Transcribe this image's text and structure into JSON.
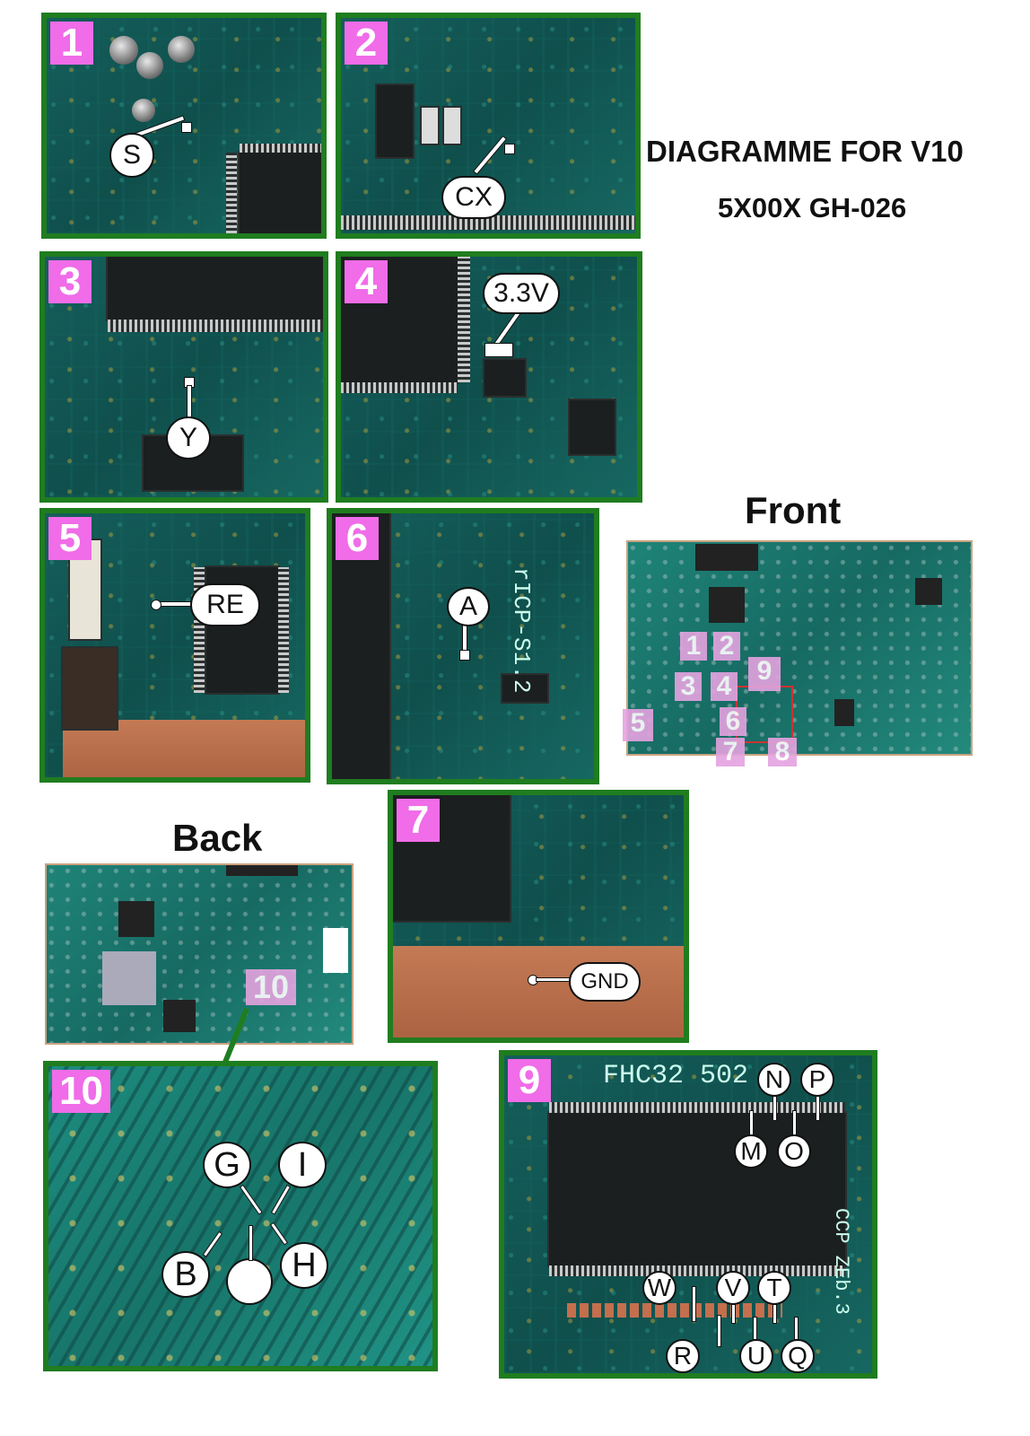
{
  "title": "DIAGRAMME FOR V10",
  "subtitle": "5X00X GH-026",
  "front_label": "Front",
  "back_label": "Back",
  "panels": {
    "p1": {
      "number": "1",
      "labels": [
        "S"
      ]
    },
    "p2": {
      "number": "2",
      "labels": [
        "CX"
      ]
    },
    "p3": {
      "number": "3",
      "labels": [
        "Y"
      ]
    },
    "p4": {
      "number": "4",
      "labels": [
        "3.3V"
      ]
    },
    "p5": {
      "number": "5",
      "labels": [
        "RE"
      ]
    },
    "p6": {
      "number": "6",
      "labels": [
        "A"
      ],
      "silk": "rICP-S1.2"
    },
    "p7": {
      "number": "7",
      "labels": [
        "GND"
      ]
    },
    "p9": {
      "number": "9",
      "labels": [
        "N",
        "P",
        "M",
        "O",
        "W",
        "V",
        "T",
        "R",
        "U",
        "Q"
      ],
      "silk": "FHC32 502 A",
      "silk2": "CCP ZEb.3"
    },
    "p10": {
      "number": "10",
      "labels": [
        "G",
        "I",
        "B",
        "H",
        ""
      ]
    }
  },
  "front_board_markers": [
    "1",
    "2",
    "3",
    "4",
    "5",
    "6",
    "7",
    "8",
    "9"
  ],
  "back_board_marker": "10",
  "colors": {
    "panel_border": "#1f7d1f",
    "number_badge": "#f06ce8",
    "pcb_green": "#0e5552",
    "copper": "#c47a55"
  }
}
